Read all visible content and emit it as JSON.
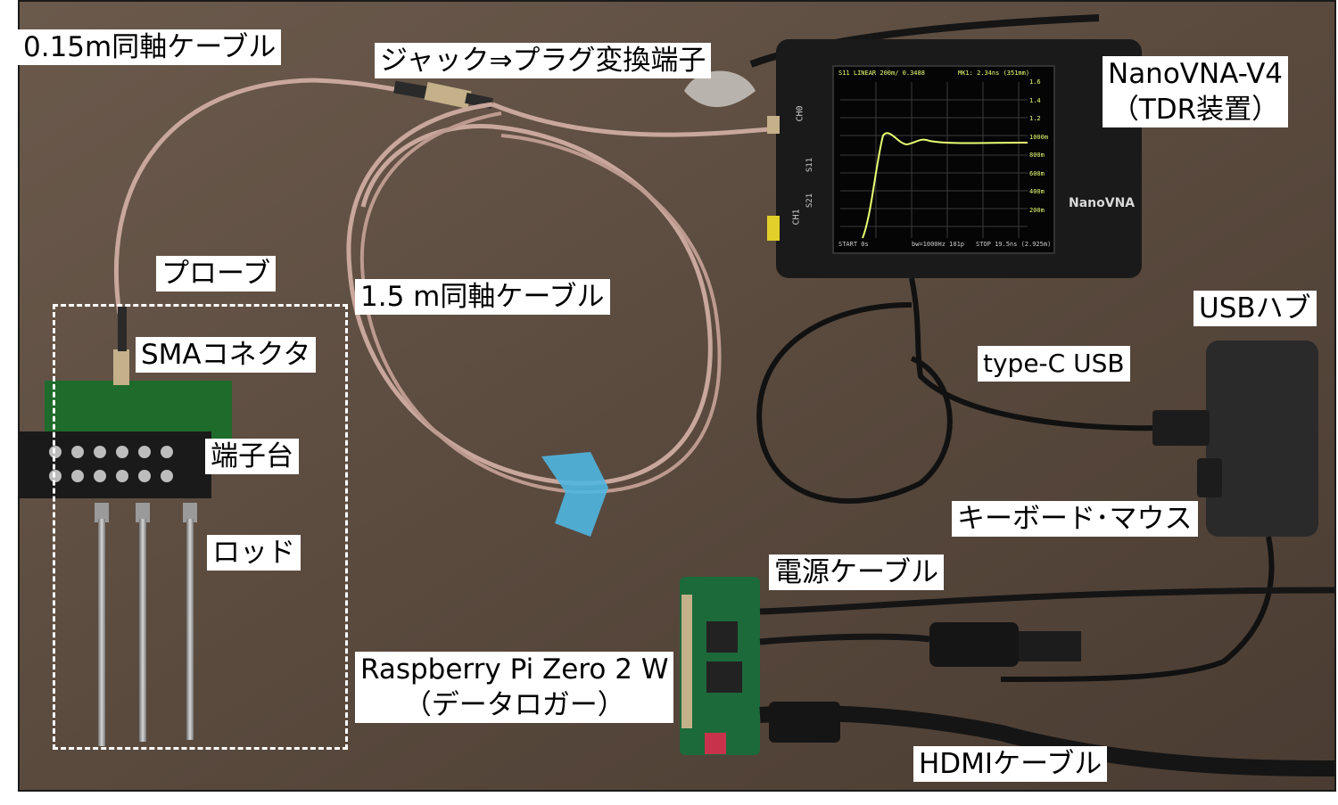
{
  "labels": {
    "cable_015": "0.15m同軸ケーブル",
    "adapter": "ジャック⇒プラグ変換端子",
    "nanovna_line1": "NanoVNA-V4",
    "nanovna_line2": "（TDR装置）",
    "probe": "プローブ",
    "cable_15": "1.5 m同軸ケーブル",
    "usb_hub": "USBハブ",
    "sma": "SMAコネクタ",
    "typec": "type-C USB",
    "terminal_block": "端子台",
    "keyboard_mouse": "キーボード･マウス",
    "rod": "ロッド",
    "power_cable": "電源ケーブル",
    "rpi_line1": "Raspberry Pi Zero 2 W",
    "rpi_line2": "（データロガー）",
    "hdmi": "HDMIケーブル"
  },
  "device_text": {
    "brand": "NanoVNA",
    "ch0": "CH0",
    "ch1": "CH1",
    "s11": "S11",
    "s21": "S21",
    "screen_header": "S11 LINEAR 200m/ 0.3488",
    "marker": "MK1: 2.34ns (351mm)",
    "start": "START 0s",
    "bw": "bw=1000Hz 101p",
    "stop": "STOP 19.5ns (2.925m)",
    "y_ticks": [
      "1.6",
      "1.4",
      "1.2",
      "1000m",
      "800m",
      "600m",
      "400m",
      "200m"
    ]
  },
  "colors": {
    "background": "#5a4a3e",
    "cable_pink": "#c9a79c",
    "trace": "#e9ff73",
    "pcb": "#1f6b2c",
    "rpi": "#1c6a3a"
  }
}
